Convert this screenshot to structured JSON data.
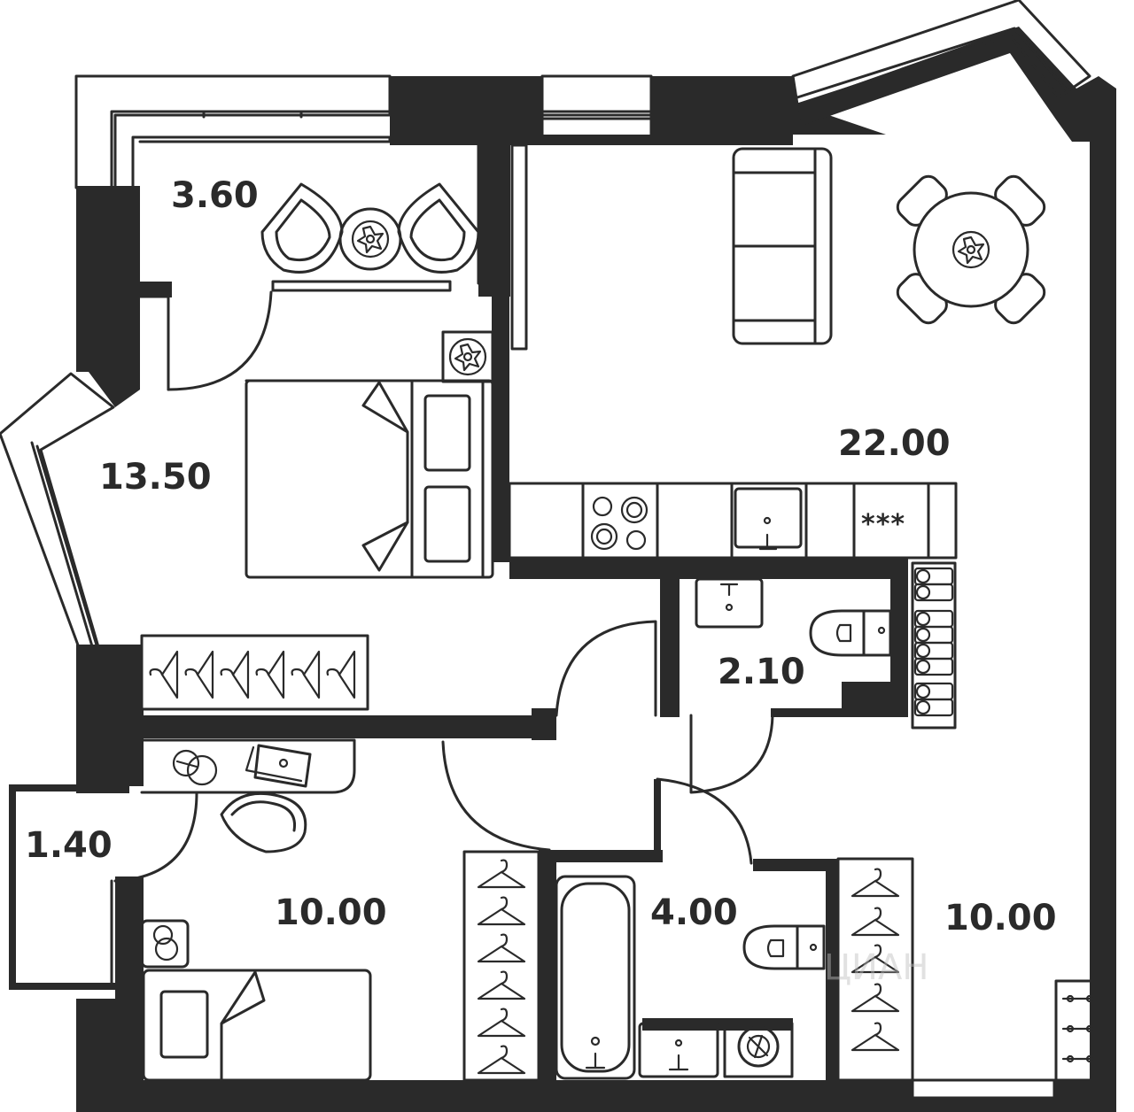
{
  "rooms": {
    "loggia_top": {
      "area": "3.60"
    },
    "bedroom_main": {
      "area": "13.50"
    },
    "living_kitchen": {
      "area": "22.00"
    },
    "wc": {
      "area": "2.10"
    },
    "balcony_left": {
      "area": "1.40"
    },
    "bedroom_small": {
      "area": "10.00"
    },
    "bathroom": {
      "area": "4.00"
    },
    "hall": {
      "area": "10.00"
    }
  },
  "fridge_mark": "***",
  "watermark": "ЦИАН",
  "colors": {
    "wall": "#2a2a2a",
    "background": "#ffffff"
  }
}
